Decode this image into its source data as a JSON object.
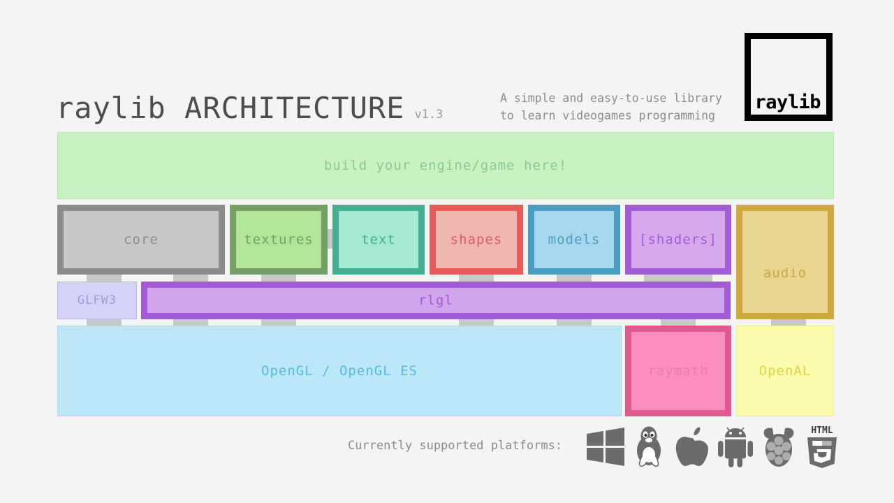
{
  "header": {
    "title": "raylib ARCHITECTURE",
    "version": "v1.3",
    "tagline_line1": "A simple and easy-to-use library",
    "tagline_line2": "to learn videogames programming",
    "logo_text": "raylib"
  },
  "layers": {
    "user": {
      "label": "build your engine/game here!",
      "fill": "#c9f2c2",
      "text_color": "#8cc98a"
    },
    "modules": [
      {
        "label": "core",
        "fill": "#c8c8c8",
        "border": "#8b8b8b"
      },
      {
        "label": "textures",
        "fill": "#b0e59a",
        "border": "#74a065"
      },
      {
        "label": "text",
        "fill": "#a5e9d0",
        "border": "#43b094"
      },
      {
        "label": "shapes",
        "fill": "#f0b6b0",
        "border": "#e55b55"
      },
      {
        "label": "models",
        "fill": "#a7d8ee",
        "border": "#4c9dc2"
      },
      {
        "label": "[shaders]",
        "fill": "#d5aaec",
        "border": "#a35bd6"
      },
      {
        "label": "audio",
        "fill": "#e8d58f",
        "border": "#cfa93f"
      }
    ],
    "middle": [
      {
        "label": "GLFW3",
        "fill": "#d4d2f7",
        "border": "#b7b4ee"
      },
      {
        "label": "rlgl",
        "fill": "#cfa6ec",
        "border": "#a35bd6"
      }
    ],
    "bottom": [
      {
        "label": "OpenGL / OpenGL ES",
        "fill": "#bbe7f9",
        "border": "#a8dff6"
      },
      {
        "label": "raymath",
        "fill": "#fa8ec1",
        "border": "#e0598e"
      },
      {
        "label": "OpenAL",
        "fill": "#fcfaad",
        "border": "#f2ef8b"
      }
    ]
  },
  "platforms": {
    "label": "Currently supported platforms:",
    "icon_color": "#6b6b6b",
    "items": [
      {
        "name": "windows-icon"
      },
      {
        "name": "linux-tux-icon"
      },
      {
        "name": "apple-icon"
      },
      {
        "name": "android-icon"
      },
      {
        "name": "raspberry-pi-icon"
      },
      {
        "name": "html5-icon"
      }
    ]
  }
}
